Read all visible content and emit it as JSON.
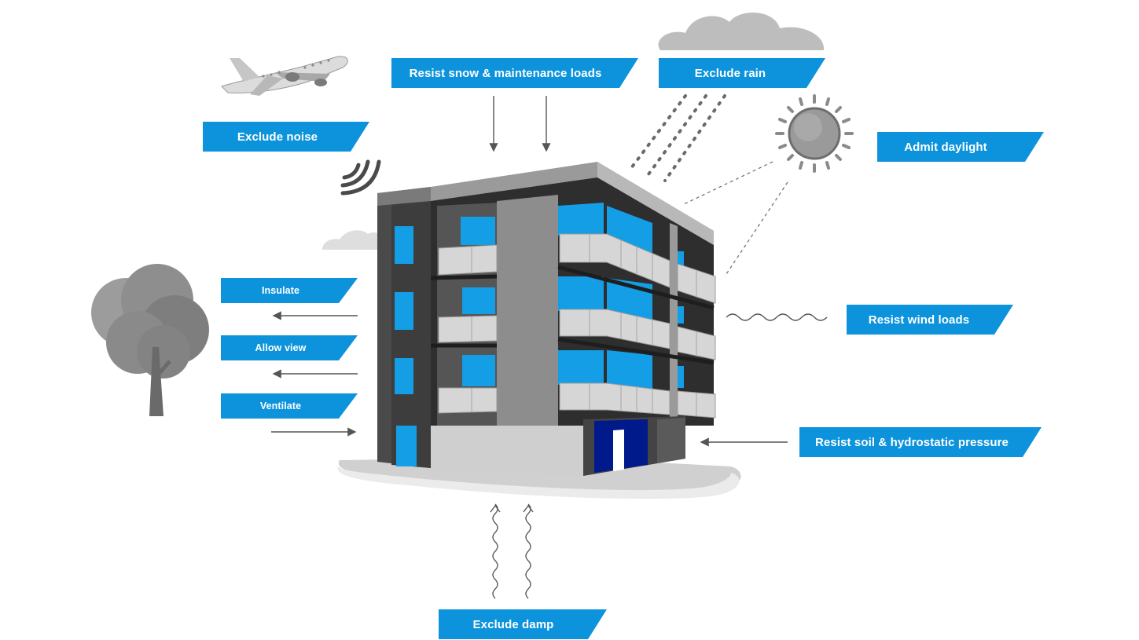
{
  "colors": {
    "label_blue": "#0c93dc",
    "window_blue": "#139ee6",
    "door_navy": "#001a8c",
    "building_dark": "#3d3d3d",
    "building_mid": "#8a8a8a",
    "building_light": "#d5d5d5",
    "tree_gray": "#8b8b8b"
  },
  "labels": {
    "snow": "Resist snow & maintenance loads",
    "rain": "Exclude rain",
    "noise": "Exclude noise",
    "daylight": "Admit daylight",
    "insulate": "Insulate",
    "view": "Allow view",
    "ventilate": "Ventilate",
    "wind": "Resist wind loads",
    "soil": "Resist soil & hydrostatic pressure",
    "damp": "Exclude damp"
  },
  "icons": [
    "airplane-icon",
    "cloud-icon",
    "sun-icon",
    "tree-icon",
    "sound-waves-icon",
    "rain-drops-icon",
    "wind-wave-icon",
    "damp-wave-icon"
  ]
}
